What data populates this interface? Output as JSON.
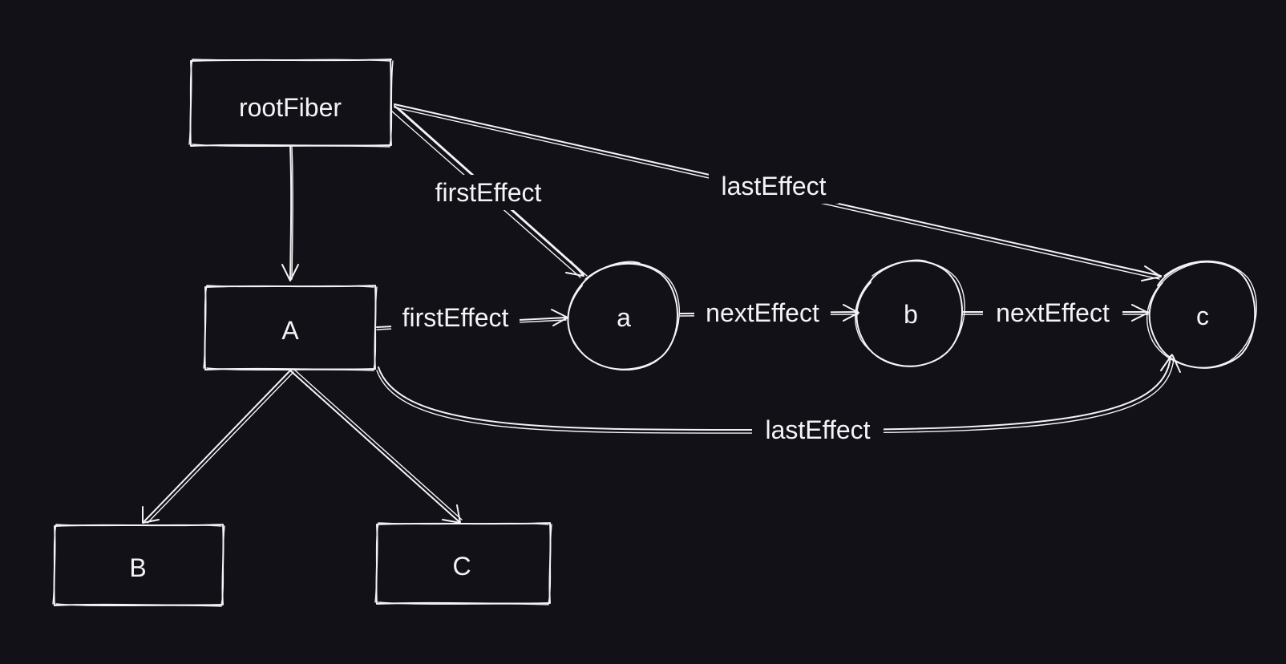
{
  "colors": {
    "background": "#121117",
    "stroke": "#f4f4f6"
  },
  "nodes": {
    "rootFiber": "rootFiber",
    "A": "A",
    "B": "B",
    "C": "C",
    "a": "a",
    "b": "b",
    "c": "c"
  },
  "edges": {
    "root_first": "firstEffect",
    "root_last": "lastEffect",
    "A_first": "firstEffect",
    "a_next": "nextEffect",
    "b_next": "nextEffect",
    "A_last": "lastEffect"
  }
}
